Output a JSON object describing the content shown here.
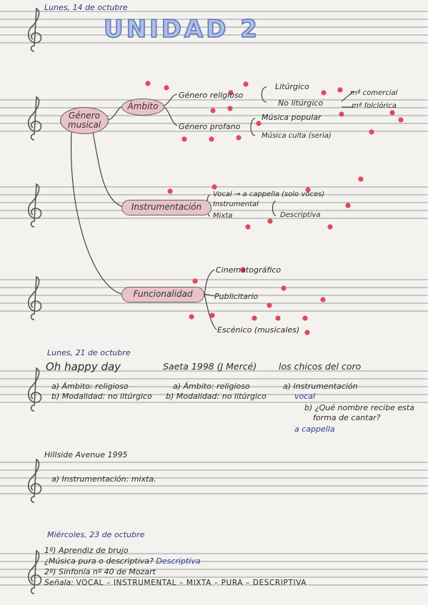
{
  "header": {
    "date": "Lunes, 14 de octubre",
    "title": "UNIDAD 2"
  },
  "mindmap": {
    "root": "Género musical",
    "ambito": {
      "label": "Ámbito",
      "religioso": "Género religioso",
      "liturgico": "Litúrgico",
      "no_liturgico": "No litúrgico",
      "comercial": "mª comercial",
      "folclorica": "mª folclórica",
      "profano": "Género profano",
      "popular": "Música popular",
      "culta": "Música culta (seria)"
    },
    "instrumentacion": {
      "label": "Instrumentación",
      "vocal": "Vocal → a cappella (solo voces)",
      "instrumental": "Instrumental",
      "mixta": "Mixta",
      "descriptiva": "Descriptiva"
    },
    "funcionalidad": {
      "label": "Funcionalidad",
      "cine": "Cinematográfico",
      "publicitario": "Publicitario",
      "escenico": "Escénico (musicales)"
    }
  },
  "section2": {
    "date": "Lunes, 21 de octubre",
    "song1": "Oh happy day",
    "song2": "Saeta 1998 (J Mercé)",
    "song3": "los chicos del coro",
    "c1a": "a) Ámbito: religioso",
    "c1b": "b) Modalidad: no litúrgico",
    "c2a": "a) Ámbito: religioso",
    "c2b": "b) Modalidad: no litúrgico",
    "c3a": "a) Instrumentación",
    "c3a_ans": "vocal",
    "c3b_q1": "b) ¿Qué nombre recibe esta",
    "c3b_q2": "forma de cantar?",
    "c3b_ans": "a cappella"
  },
  "section3": {
    "title": "Hillside Avenue 1995",
    "line": "a) Instrumentación: mixta."
  },
  "section4": {
    "date": "Miércoles, 23 de octubre",
    "l1": "1º) Aprendiz de brujo",
    "l2_q": "¿Música pura o descriptiva?",
    "l2_a": "Descriptiva",
    "l3": "2º) Sinfonía nº 40 de Mozart",
    "l4_prefix": "Señala:",
    "l4_items": "VOCAL – INSTRUMENTAL – MIXTA – PURA – DESCRIPTIVA"
  },
  "colors": {
    "pink_node": "#e9c2c8",
    "red_dot": "#e04a5a",
    "blue_ink": "#2b3e9a",
    "title_fill": "#aebfe6",
    "ruling": "#9a9aa0"
  }
}
